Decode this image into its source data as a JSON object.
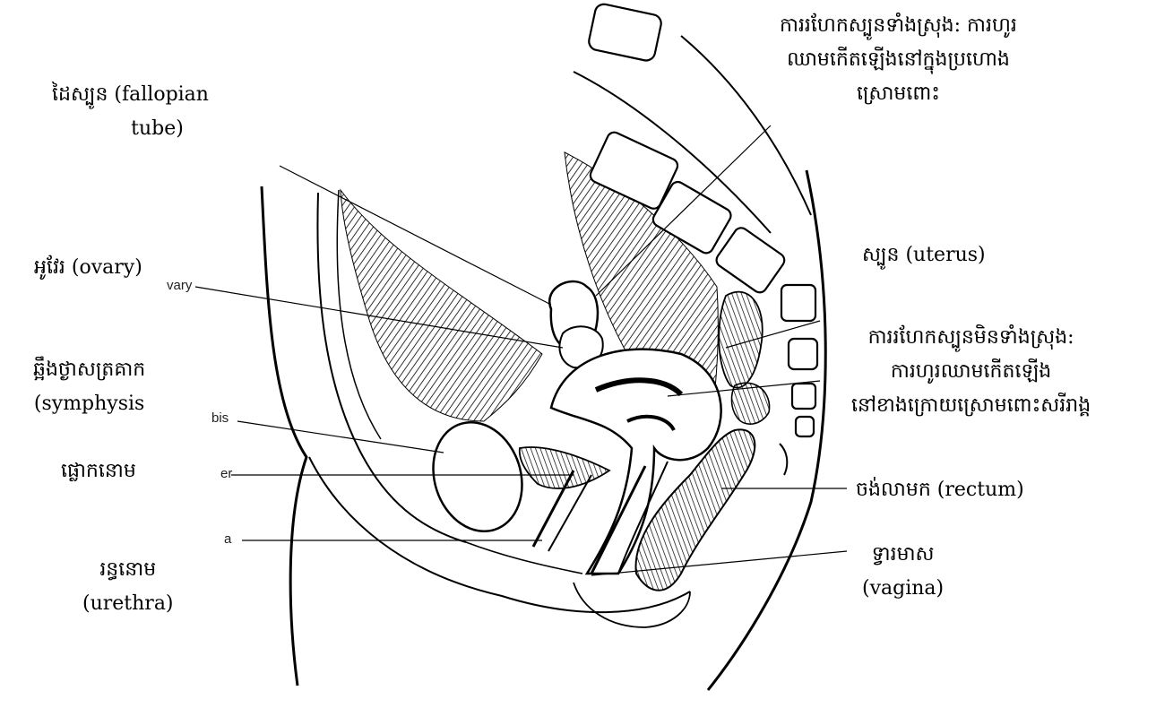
{
  "labels": {
    "fallopian_tube": [
      "ដៃស្បូន (fallopian",
      "tube)"
    ],
    "ovary": "អូវែរ (ovary)",
    "symphysis": [
      "ឆ្អឹងថ្ងាសត្រគាក",
      "(symphysis"
    ],
    "bladder": "ផ្លោកនោម",
    "urethra": [
      "រន្ធនោម",
      "(urethra)"
    ],
    "complete_prolapse": [
      "ការរហែកស្បូនទាំងស្រុង: ការហូរ",
      "ឈាមកើតឡើងនៅក្នុងប្រហោង",
      "ស្រោមពោះ"
    ],
    "uterus": "ស្បូន (uterus)",
    "incomplete_prolapse": [
      "ការរហែកស្បូនមិនទាំងស្រុង:",
      "ការហូរឈាមកើតឡើង",
      "នៅខាងក្រោយស្រោមពោះសរីរាង្គ"
    ],
    "rectum": "ចង់លាមក (rectum)",
    "vagina": [
      "ទ្វារមាស",
      "(vagina)"
    ]
  },
  "fragments": {
    "ovary": "vary",
    "pubis": "bis",
    "bladder": "er",
    "urethra": "a"
  }
}
